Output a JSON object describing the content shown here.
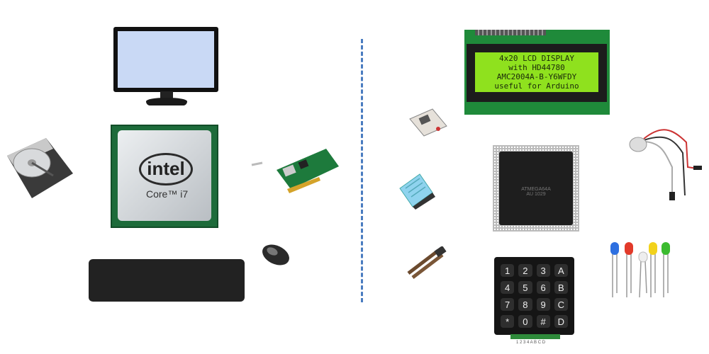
{
  "left_group": {
    "cpu": {
      "brand": "intel",
      "model": "Core™ i7"
    },
    "items": [
      "monitor",
      "cpu",
      "hard-disk",
      "network-card",
      "mouse",
      "keyboard"
    ]
  },
  "right_group": {
    "lcd": {
      "lines": [
        "4x20 LCD DISPLAY",
        "with HD44780",
        "AMC2004A-B-Y6WFDY",
        "useful for Arduino"
      ]
    },
    "chip": {
      "lines": [
        "ATMEGA64A",
        "AU 1029"
      ]
    },
    "keypad": {
      "keys": [
        "1",
        "2",
        "3",
        "A",
        "4",
        "5",
        "6",
        "B",
        "7",
        "8",
        "9",
        "C",
        "*",
        "0",
        "#",
        "D"
      ],
      "pin_label": "1 2 3 4 A B C D"
    },
    "items": [
      "lcd-display",
      "relay-module",
      "dht-sensor",
      "soil-moisture-sensor",
      "microcontroller-chip",
      "keypad",
      "wired-sensor",
      "leds"
    ]
  },
  "colors": {
    "divider": "#4a7cc0",
    "lcd_backlight": "#8fe11e",
    "pcb": "#1f8a3a"
  }
}
